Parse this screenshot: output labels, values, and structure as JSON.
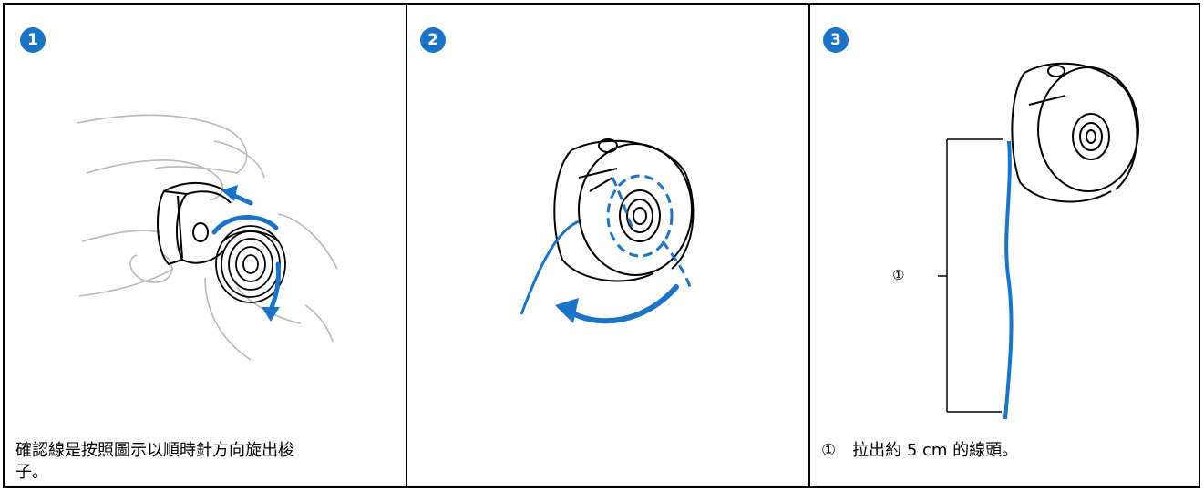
{
  "steps": [
    {
      "number": "1",
      "caption_lines": [
        "確認線是按照圖示以順時針方向旋出梭",
        "子。"
      ]
    },
    {
      "number": "2",
      "caption_lines": []
    },
    {
      "number": "3",
      "callout_label": "①",
      "caption_lines": [
        "①　拉出約 5 cm 的線頭。"
      ]
    }
  ],
  "colors": {
    "accent": "#1a73c7",
    "line": "#000000",
    "sketch": "#b8b8b8"
  }
}
